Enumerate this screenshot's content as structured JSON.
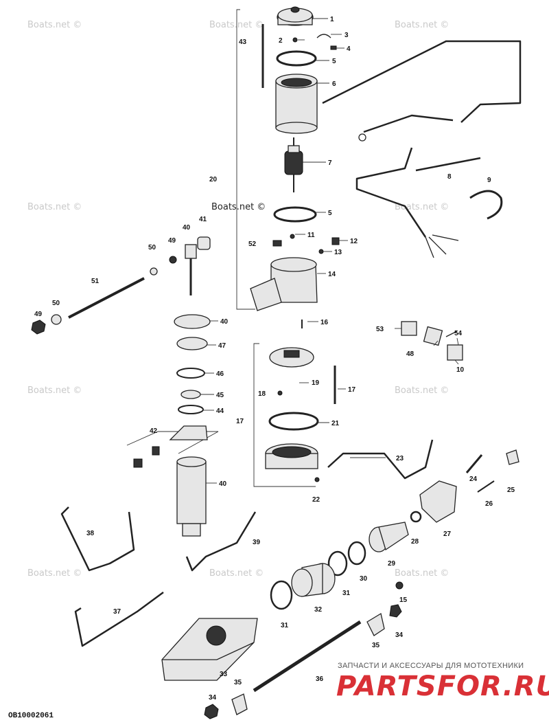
{
  "watermark": "Boats.net ©",
  "reference_code": "OB10002061",
  "brand": {
    "caption": "ЗАПЧАСТИ И АКСЕССУАРЫ ДЛЯ МОТОТЕХНИКИ",
    "logo": "PARTSFOR.RU"
  },
  "callouts": {
    "c1": "1",
    "c2": "2",
    "c3": "3",
    "c4": "4",
    "c5a": "5",
    "c5b": "5",
    "c6": "6",
    "c7": "7",
    "c8": "8",
    "c9": "9",
    "c10": "10",
    "c11": "11",
    "c12": "12",
    "c13": "13",
    "c14": "14",
    "c15": "15",
    "c16": "16",
    "c17a": "17",
    "c17b": "17",
    "c18": "18",
    "c19": "19",
    "c20": "20",
    "c21": "21",
    "c22": "22",
    "c23": "23",
    "c24": "24",
    "c25": "25",
    "c26": "26",
    "c27": "27",
    "c28": "28",
    "c29": "29",
    "c30": "30",
    "c31a": "31",
    "c31b": "31",
    "c32": "32",
    "c33": "33",
    "c34a": "34",
    "c34b": "34",
    "c35a": "35",
    "c35b": "35",
    "c36": "36",
    "c37": "37",
    "c38": "38",
    "c39": "39",
    "c40a": "40",
    "c40b": "40",
    "c40c": "40",
    "c41": "41",
    "c42": "42",
    "c43": "43",
    "c44": "44",
    "c45": "45",
    "c46": "46",
    "c47": "47",
    "c48": "48",
    "c49a": "49",
    "c49b": "49",
    "c50a": "50",
    "c50b": "50",
    "c51": "51",
    "c52": "52",
    "c53": "53",
    "c54": "54"
  }
}
